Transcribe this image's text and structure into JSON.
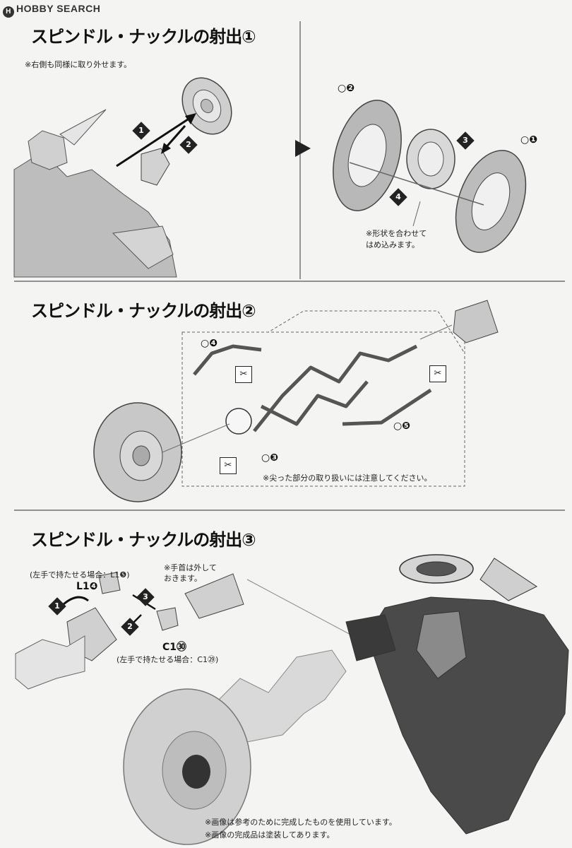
{
  "header": {
    "logo_mark": "H",
    "logo_text": "HOBBY SEARCH"
  },
  "section1": {
    "title": "スピンドル・ナックルの射出①",
    "note": "※右側も同様に取り外せます。",
    "fit_note": "※形状を合わせて\nはめ込みます。",
    "steps": [
      "1",
      "2",
      "3",
      "4"
    ],
    "parts": [
      "○❷",
      "○❶"
    ]
  },
  "section2": {
    "title": "スピンドル・ナックルの射出②",
    "parts": [
      "○❹",
      "○❺",
      "○❸"
    ],
    "caution": "※尖った部分の取り扱いには注意してください。"
  },
  "section3": {
    "title": "スピンドル・ナックルの射出③",
    "left_hand_note1": "(左手で持たせる場合：L1❺)",
    "wrist_note": "※手首は外して\nおきます。",
    "part_l1": "L1❹",
    "part_c1": "C1㉚",
    "left_hand_note2": "(左手で持たせる場合：C1㉙)",
    "steps": [
      "1",
      "2",
      "3"
    ],
    "footnote1": "※画像は参考のために完成したものを使用しています。",
    "footnote2": "※画像の完成品は塗装してあります。"
  }
}
